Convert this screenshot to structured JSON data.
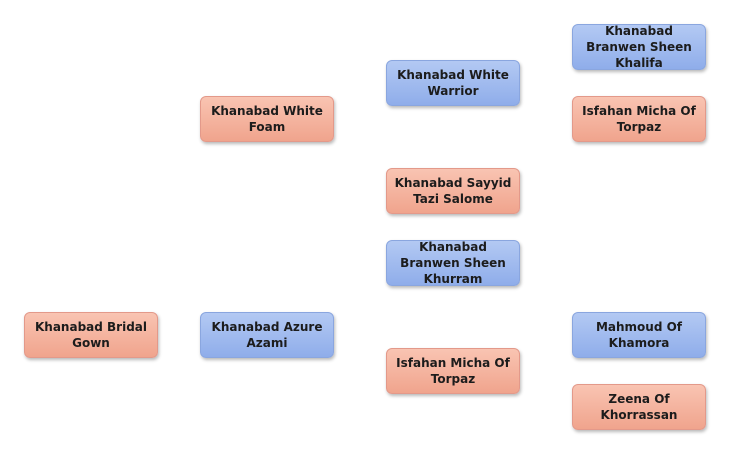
{
  "pedigree": {
    "subject": {
      "name": "Khanabad Bridal Gown",
      "sex": "female"
    },
    "sire": {
      "name": "Khanabad Azure Azami",
      "sex": "male"
    },
    "dam": {
      "name": "Khanabad White Foam",
      "sex": "female"
    },
    "sire_sire": {
      "name": "Khanabad Branwen Sheen Khurram",
      "sex": "male"
    },
    "sire_dam": {
      "name": "Isfahan Micha Of Torpaz",
      "sex": "female"
    },
    "dam_sire": {
      "name": "Khanabad White Warrior",
      "sex": "male"
    },
    "dam_dam": {
      "name": "Khanabad Sayyid Tazi Salome",
      "sex": "female"
    },
    "sire_dam_sire": {
      "name": "Mahmoud Of Khamora",
      "sex": "male"
    },
    "sire_dam_dam": {
      "name": "Zeena Of Khorrassan",
      "sex": "female"
    },
    "dam_sire_sire": {
      "name": "Khanabad Branwen Sheen Khalifa",
      "sex": "male"
    },
    "dam_sire_dam": {
      "name": "Isfahan Micha Of Torpaz",
      "sex": "female"
    }
  },
  "colors": {
    "female": "#f3ab96",
    "male": "#9bb6ee"
  }
}
